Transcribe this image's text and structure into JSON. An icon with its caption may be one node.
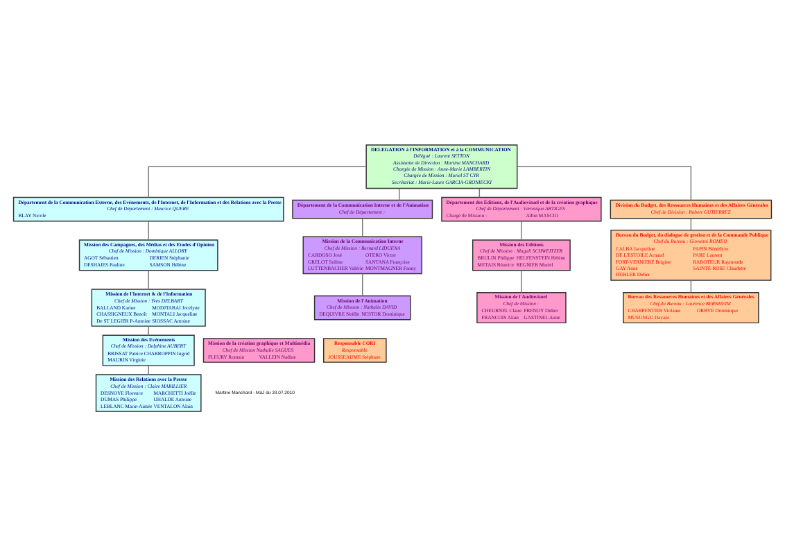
{
  "diagram": {
    "nodes": [
      {
        "text": [
          "DELEGATION à l'INFORMATION et à la COMMUNICATION",
          "Délégué : Laurent SETTON",
          "Assistante de Direction : Martine MANCHARD",
          "Chargée de Mission : Anne-Marie LAMBERTIN",
          "Chargée de Mission : Muriel ST CYR",
          "Secrétariat : Marie-Laure GARCIA-GRONIECKI"
        ]
      },
      {
        "text": [
          "Département de la Communication Externe, des Evénements, de l'Internet, de l'Information et des Relations avec la Presse",
          "Chef de Département : Maurice QUERE",
          "BLAY Nicole"
        ]
      },
      {
        "text": [
          "Département de la Communication Interne et de l'Animation",
          "Chef de Département :"
        ]
      },
      {
        "text": [
          "Département des Editions, de l'Audiovisuel et de la création graphique",
          "Chef de Département : Véronique ARTIGES",
          "Chargé de Mission :",
          "Albin MASCIO"
        ]
      },
      {
        "text": [
          "Division du Budget, des Ressources Humaines et des Affaires Générales",
          "Chef de Division : Robert GUTIERREZ"
        ]
      },
      {
        "text": [
          "Mission des Campagnes, des Médias et des Etudes d'Opinion",
          "Chef de Mission : Dominique ALLORY",
          "AGOT Sébastien",
          "DERIEN Stéphanie",
          "DESHAIES Pauline",
          "SAMSON Hélène"
        ]
      },
      {
        "text": [
          "Mission de l'Internet & de l'Information",
          "Chef de Mission : Yves DELBART",
          "BALLAND Karine",
          "MODJTABAI Jocelyne",
          "CHASSIGNEUX Benoît",
          "MONTALI Jacqueline",
          "De ST LEGIER P-Antoine",
          "SIOSSAC Antoine"
        ]
      },
      {
        "text": [
          "Mission des Evénements",
          "Chef de Mission : Delphine AUBERT",
          "BRISSAT Patrice",
          "CHARROPPIN Ingrid",
          "MAURIN Virginie"
        ]
      },
      {
        "text": [
          "Mission des Relations avec la Presse",
          "Chef de Mission : Claire MARILLIER",
          "DESNOYE Florence",
          "MARCHETTI Joëlle",
          "DUMAS Philippe",
          "UHALDE Antoine",
          "LEBLANC Marie-Aimée",
          "VENTALON Alain"
        ]
      },
      {
        "text": [
          "Mission de la Communication Interne",
          "Chef de Mission : Bernard LIDUENA",
          "CARDOSO José",
          "OTERO Victor",
          "GRELOT Solène",
          "SANTANA Françoise",
          "LUTTENBACHER Valérie",
          "MONTMAGNER Fanny"
        ]
      },
      {
        "text": [
          "Mission de l'Animation",
          "Chef de Mission : Nathalie DAVID",
          "DEQUIVRE Noëlle",
          "NESTOR Dominique"
        ]
      },
      {
        "text": [
          "Mission des Editions",
          "Chef de Mission : Magali SCHWEITZER",
          "BRULIN Philippe",
          "HELFENSTEIN Hélène",
          "METAIS Béatrice",
          "REGNIER Muriel"
        ]
      },
      {
        "text": [
          "Mission de l'Audiovisuel",
          "Chef de Mission :",
          "CHEURNEL Claire",
          "FRENOY Didier",
          "FRANCOIS Alain",
          "GASTINEL Anne"
        ]
      },
      {
        "text": [
          "Mission de la création graphique et Multimédia",
          "Chef de Mission Nathalie SAGUES",
          "FLEURY Romain",
          "VALLEIN Nadine"
        ]
      },
      {
        "text": [
          "Bureau du Budget, du dialogue de gestion et de la Commande Publique",
          "Chef du Bureau : Giovanni ROMEO",
          "CALBA Jacqueline",
          "PAPIN Bénédicte",
          "DE L'ESTOILE Arnaud",
          "PARE Laurent",
          "FORT-VERNIERE Brigitte",
          "RABOTEUR Raymonde",
          "GAY Anne",
          "SAINTE-ROSE Claudette",
          "HUBLER Didier"
        ]
      },
      {
        "text": [
          "Bureau des Ressources Humaines et des Affaires Générales",
          "Chef du Bureau : Laurence BERNHEIM",
          "CHARPENTIER Violaine",
          "ORBVE Dominique",
          "MUSUNGU Dayani"
        ]
      },
      {
        "text": [
          "Responsable CORI",
          "Responsable",
          "JOUSSEAUME Stéphane"
        ]
      }
    ],
    "edges": [
      {
        "from": 0,
        "to": 1,
        "arrow": "none"
      },
      {
        "from": 0,
        "to": 2,
        "arrow": "none"
      },
      {
        "from": 0,
        "to": 3,
        "arrow": "none"
      },
      {
        "from": 0,
        "to": 4,
        "arrow": "none"
      },
      {
        "from": 1,
        "to": 5,
        "arrow": "none"
      },
      {
        "from": 5,
        "to": 6,
        "arrow": "none"
      },
      {
        "from": 6,
        "to": 7,
        "arrow": "none"
      },
      {
        "from": 7,
        "to": 8,
        "arrow": "none"
      },
      {
        "from": 2,
        "to": 9,
        "arrow": "none"
      },
      {
        "from": 9,
        "to": 10,
        "arrow": "none"
      },
      {
        "from": 3,
        "to": 11,
        "arrow": "none"
      },
      {
        "from": 11,
        "to": 12,
        "arrow": "none"
      },
      {
        "from": 4,
        "to": 14,
        "arrow": "none"
      },
      {
        "from": 14,
        "to": 15,
        "arrow": "none"
      }
    ],
    "labels": [
      "Martine Manchard - MàJ du 28.07.2010"
    ]
  }
}
